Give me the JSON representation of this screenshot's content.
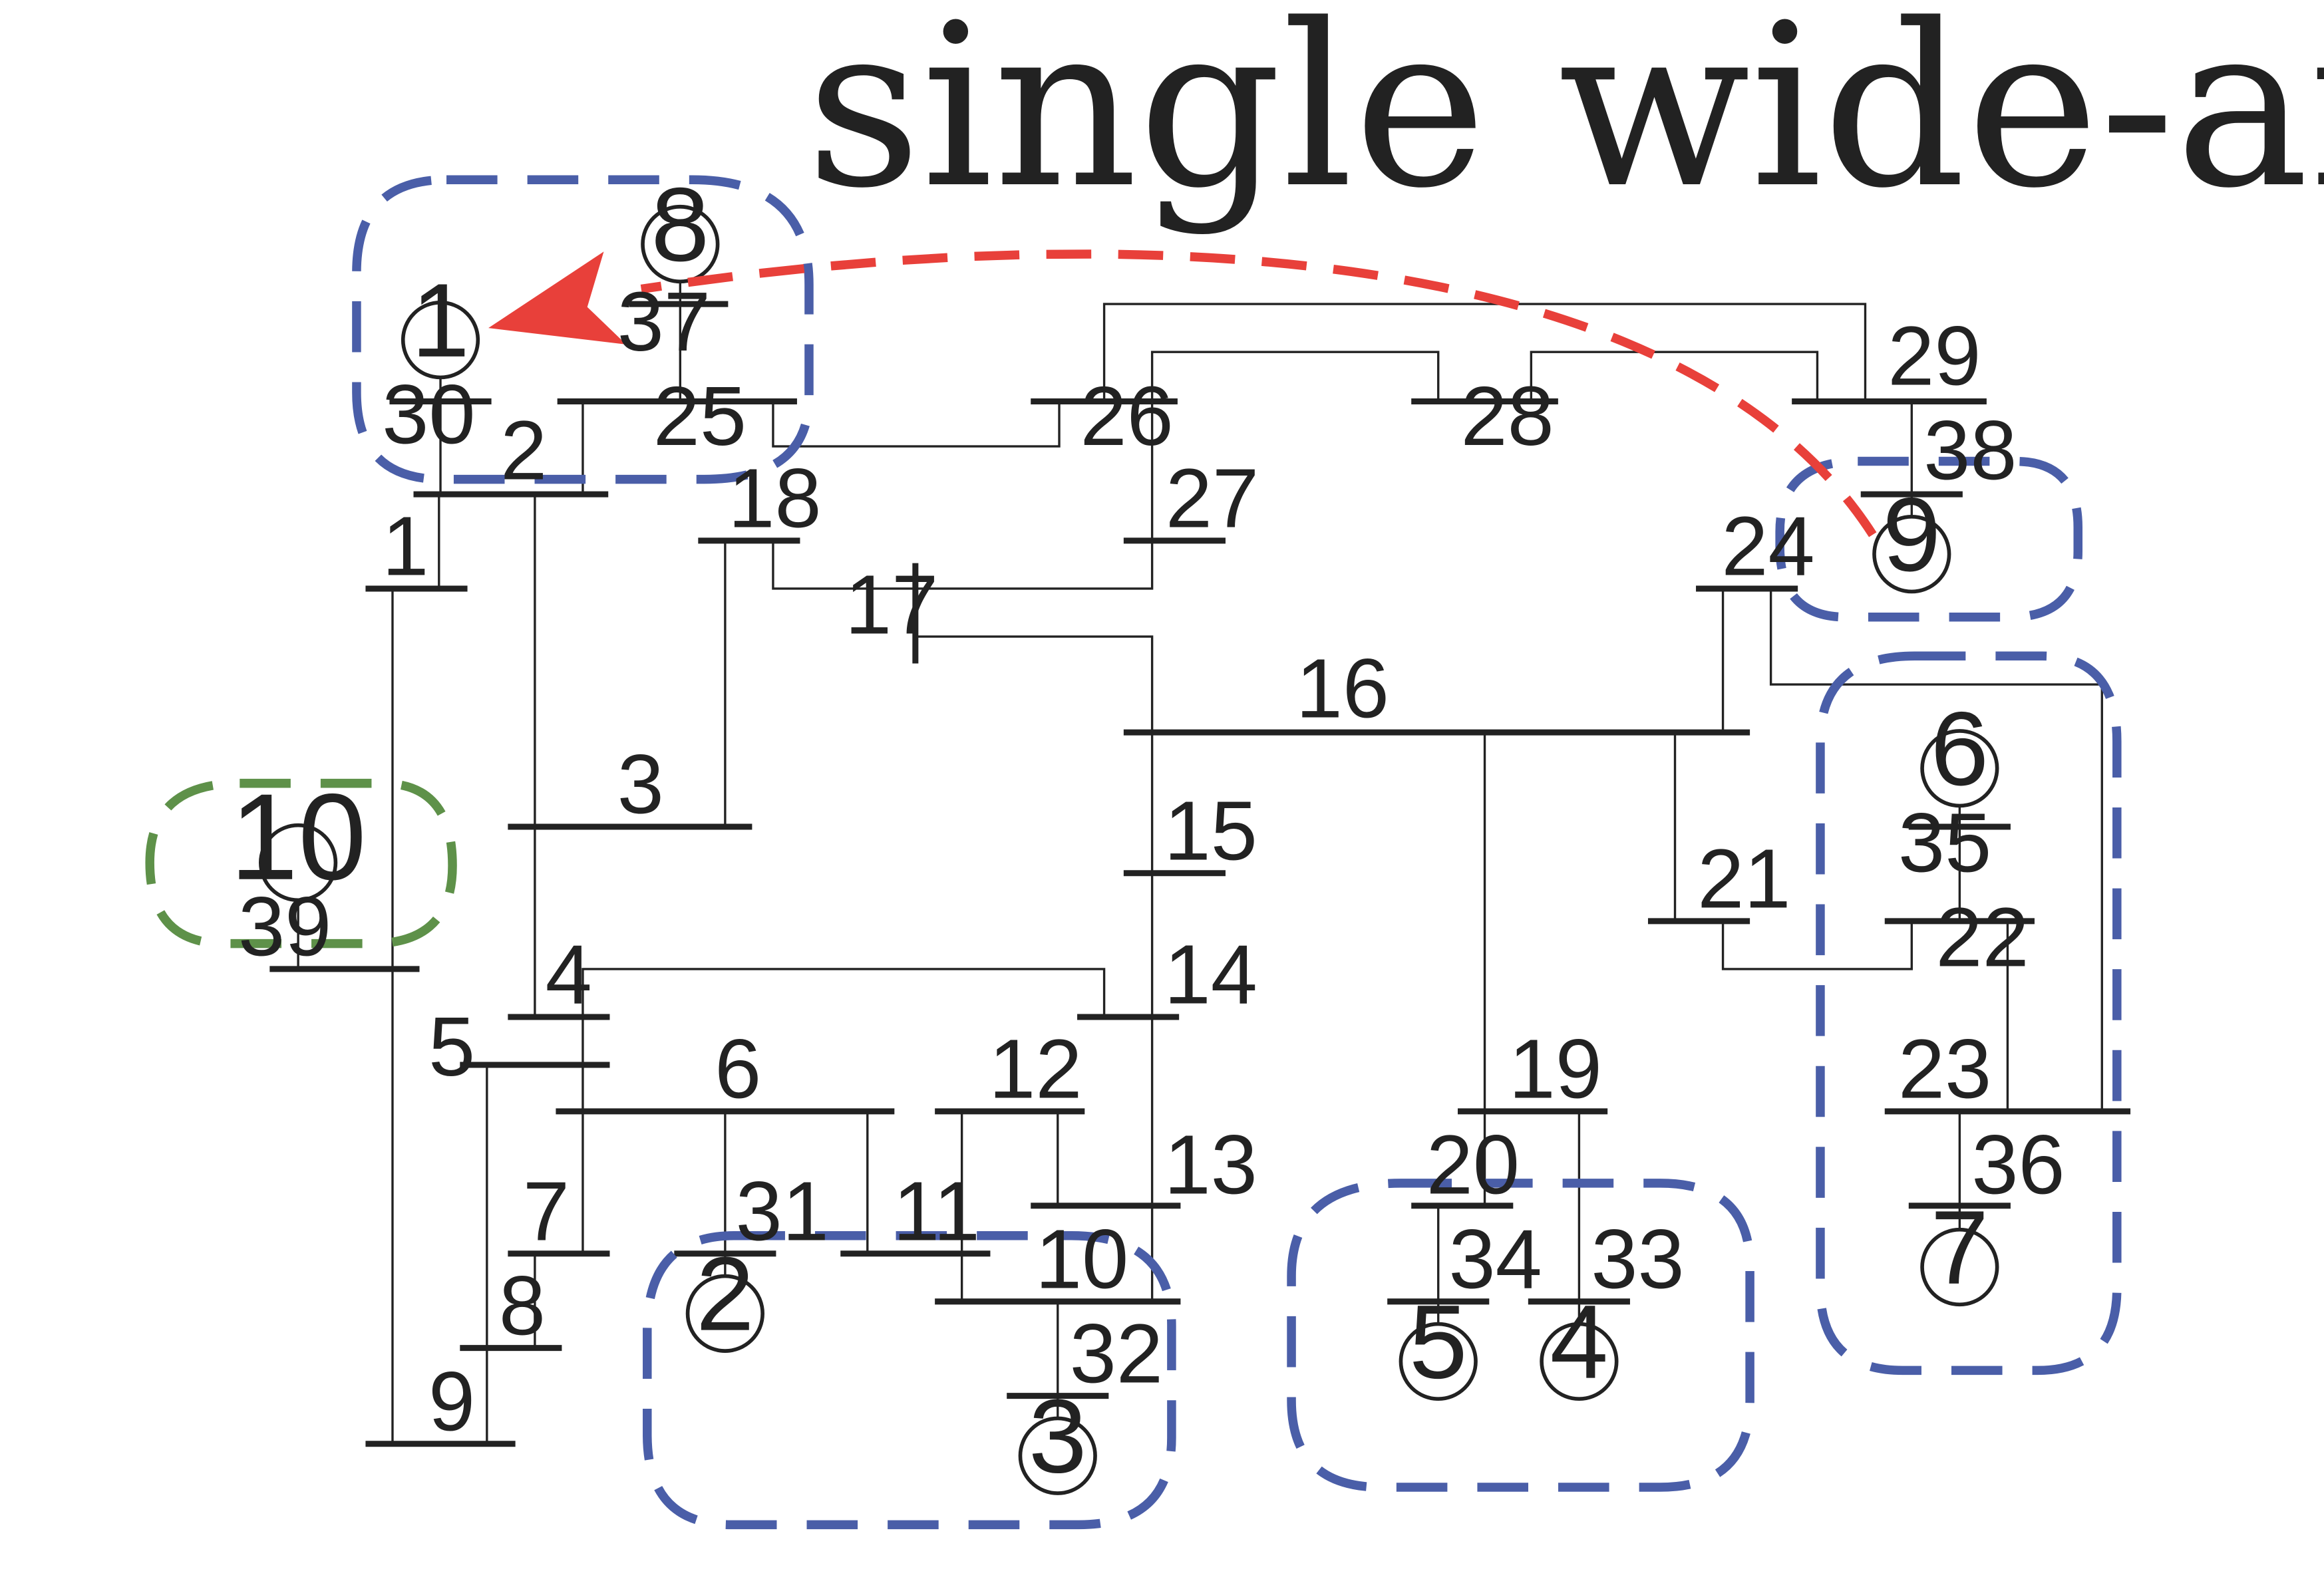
{
  "title": "single wide-area comm link",
  "colors": {
    "ink": "#222222",
    "area_boundary": "#4a5ea8",
    "comm_link": "#e8403a",
    "isolated_area": "#5e9149"
  },
  "buses": {
    "b1": "1",
    "b2": "2",
    "b3": "3",
    "b4": "4",
    "b5": "5",
    "b6": "6",
    "b7": "7",
    "b8": "8",
    "b9": "9",
    "b10": "10",
    "b11": "11",
    "b12": "12",
    "b13": "13",
    "b14": "14",
    "b15": "15",
    "b16": "16",
    "b17": "17",
    "b18": "18",
    "b19": "19",
    "b20": "20",
    "b21": "21",
    "b22": "22",
    "b23": "23",
    "b24": "24",
    "b25": "25",
    "b26": "26",
    "b27": "27",
    "b28": "28",
    "b29": "29",
    "b30": "30",
    "b31": "31",
    "b32": "32",
    "b33": "33",
    "b34": "34",
    "b35": "35",
    "b36": "36",
    "b37": "37",
    "b38": "38",
    "b39": "39"
  },
  "generators": {
    "g1": "1",
    "g2": "2",
    "g3": "3",
    "g4": "4",
    "g5": "5",
    "g6": "6",
    "g7": "7",
    "g8": "8",
    "g9": "9",
    "g10": "10"
  }
}
